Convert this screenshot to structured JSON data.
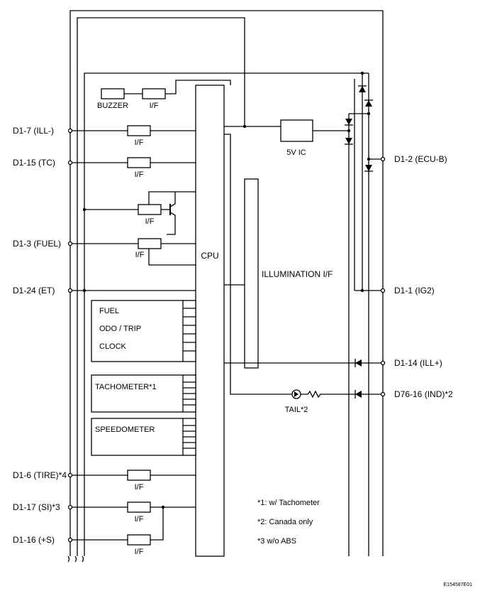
{
  "terminals_left": {
    "ill_minus": "D1-7 (ILL-)",
    "tc": "D1-15 (TC)",
    "fuel": "D1-3 (FUEL)",
    "et": "D1-24 (ET)",
    "tire": "D1-6 (TIRE)*4",
    "si": "D1-17 (SI)*3",
    "plus_s": "D1-16 (+S)"
  },
  "terminals_right": {
    "ecu_b": "D1-2 (ECU-B)",
    "ig2": "D1-1 (IG2)",
    "ill_plus": "D1-14 (ILL+)",
    "ind": "D76-16 (IND)*2"
  },
  "components": {
    "buzzer": "BUZZER",
    "interface": "I/F",
    "regulator": "5V IC",
    "cpu": "CPU",
    "illumination": "ILLUMINATION I/F",
    "tail": "TAIL*2"
  },
  "gauges": {
    "fuel": "FUEL",
    "odo_trip": "ODO / TRIP",
    "clock": "CLOCK",
    "tachometer": "TACHOMETER*1",
    "speedometer": "SPEEDOMETER"
  },
  "notes": [
    "*1: w/ Tachometer",
    "*2: Canada only",
    "*3 w/o ABS"
  ],
  "figure_code": "E154587E01"
}
